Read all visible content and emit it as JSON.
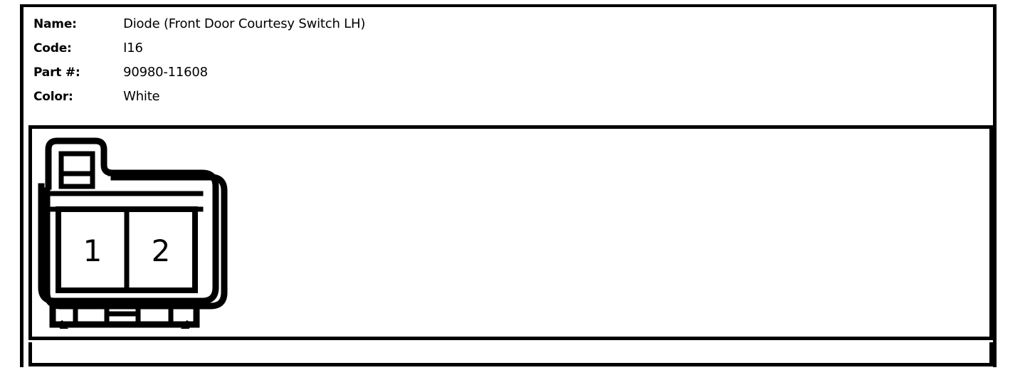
{
  "spec": {
    "rows": [
      {
        "label": "Name:",
        "value": "Diode (Front Door Courtesy Switch LH)"
      },
      {
        "label": "Code:",
        "value": "I16"
      },
      {
        "label": "Part #:",
        "value": "90980-11608"
      },
      {
        "label": "Color:",
        "value": "White"
      }
    ]
  },
  "diagram": {
    "type": "connector-face-view",
    "pin_count": 2,
    "pins": [
      {
        "number": "1"
      },
      {
        "number": "2"
      }
    ],
    "line_color": "#000000",
    "fill_color": "#ffffff"
  },
  "caption": {
    "text": ""
  }
}
